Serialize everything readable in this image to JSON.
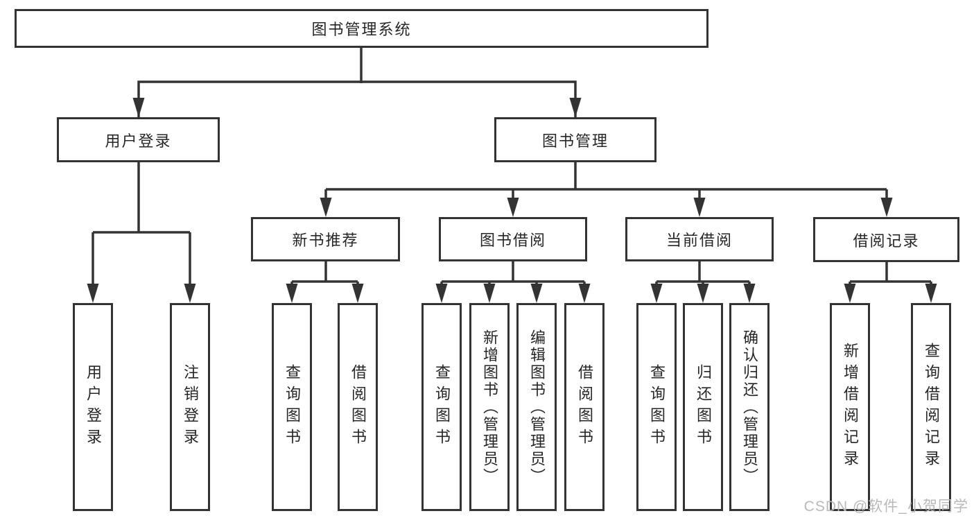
{
  "tree": {
    "root": {
      "label": "图书管理系统",
      "children": [
        {
          "label": "用户登录",
          "children": [
            {
              "label": "用户登录"
            },
            {
              "label": "注销登录"
            }
          ]
        },
        {
          "label": "图书管理",
          "children": [
            {
              "label": "新书推荐",
              "children": [
                {
                  "label": "查询图书"
                },
                {
                  "label": "借阅图书"
                }
              ]
            },
            {
              "label": "图书借阅",
              "children": [
                {
                  "label": "查询图书"
                },
                {
                  "label": "新增图书（管理员）"
                },
                {
                  "label": "编辑图书（管理员）"
                },
                {
                  "label": "借阅图书"
                }
              ]
            },
            {
              "label": "当前借阅",
              "children": [
                {
                  "label": "查询图书"
                },
                {
                  "label": "归还图书"
                },
                {
                  "label": "确认归还（管理员）"
                }
              ]
            },
            {
              "label": "借阅记录",
              "children": [
                {
                  "label": "新增借阅记录"
                },
                {
                  "label": "查询借阅记录"
                }
              ]
            }
          ]
        }
      ]
    }
  },
  "watermark": {
    "text": "CSDN @软件_小贺同学"
  },
  "colors": {
    "line": "#333333",
    "text": "#262626",
    "box_background": "#ffffff",
    "watermark": "#b9b9b9"
  }
}
